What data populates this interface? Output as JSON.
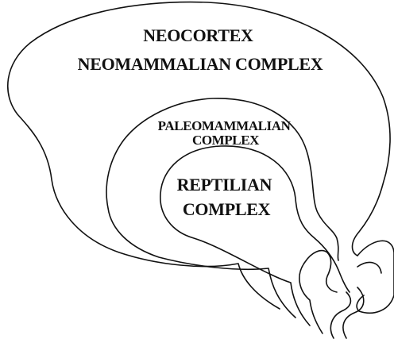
{
  "diagram": {
    "regions": [
      {
        "id": "neocortex",
        "lines": [
          "NEOCORTEX",
          "NEOMAMMALIAN COMPLEX"
        ]
      },
      {
        "id": "paleomammalian",
        "lines": [
          "PALEOMAMMALIAN",
          "COMPLEX"
        ]
      },
      {
        "id": "reptilian",
        "lines": [
          "REPTILIAN",
          "COMPLEX"
        ]
      }
    ],
    "colors": {
      "stroke": "#111111",
      "background": "#ffffff"
    }
  }
}
